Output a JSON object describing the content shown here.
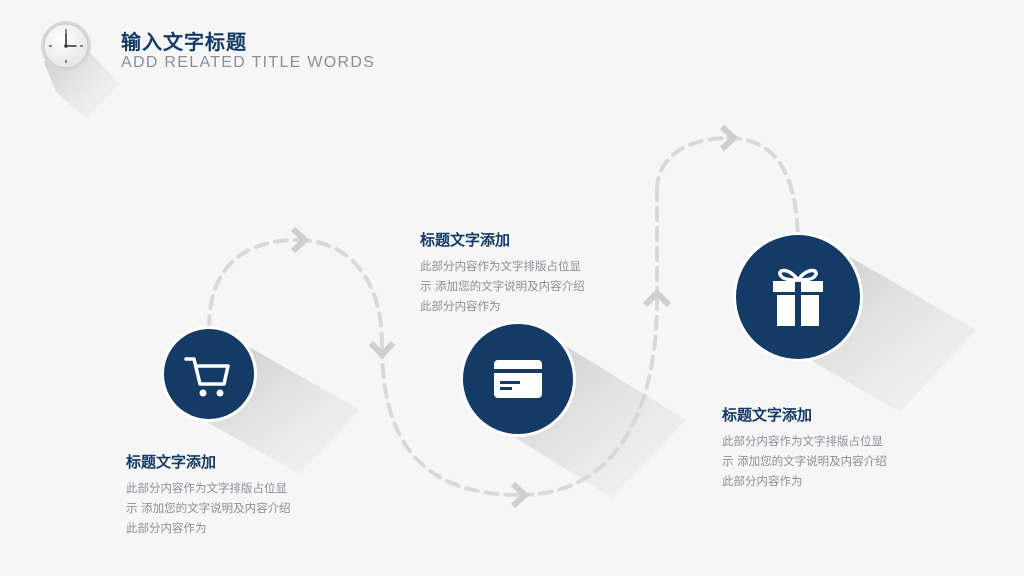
{
  "header": {
    "title": "输入文字标题",
    "subtitle": "ADD RELATED TITLE WORDS"
  },
  "colors": {
    "navy": "#143a66",
    "gray_text": "#8a8f96",
    "dash": "#dadada",
    "background": "#f6f6f6"
  },
  "steps": [
    {
      "icon": "shopping-cart-icon",
      "title": "标题文字添加",
      "lines": [
        "此部分内容作为文字排版占位显",
        "示 添加您的文字说明及内容介绍",
        "此部分内容作为"
      ]
    },
    {
      "icon": "card-icon",
      "title": "标题文字添加",
      "lines": [
        "此部分内容作为文字排版占位显",
        "示 添加您的文字说明及内容介绍",
        "此部分内容作为"
      ]
    },
    {
      "icon": "gift-icon",
      "title": "标题文字添加",
      "lines": [
        "此部分内容作为文字排版占位显",
        "示 添加您的文字说明及内容介绍",
        "此部分内容作为"
      ]
    }
  ]
}
